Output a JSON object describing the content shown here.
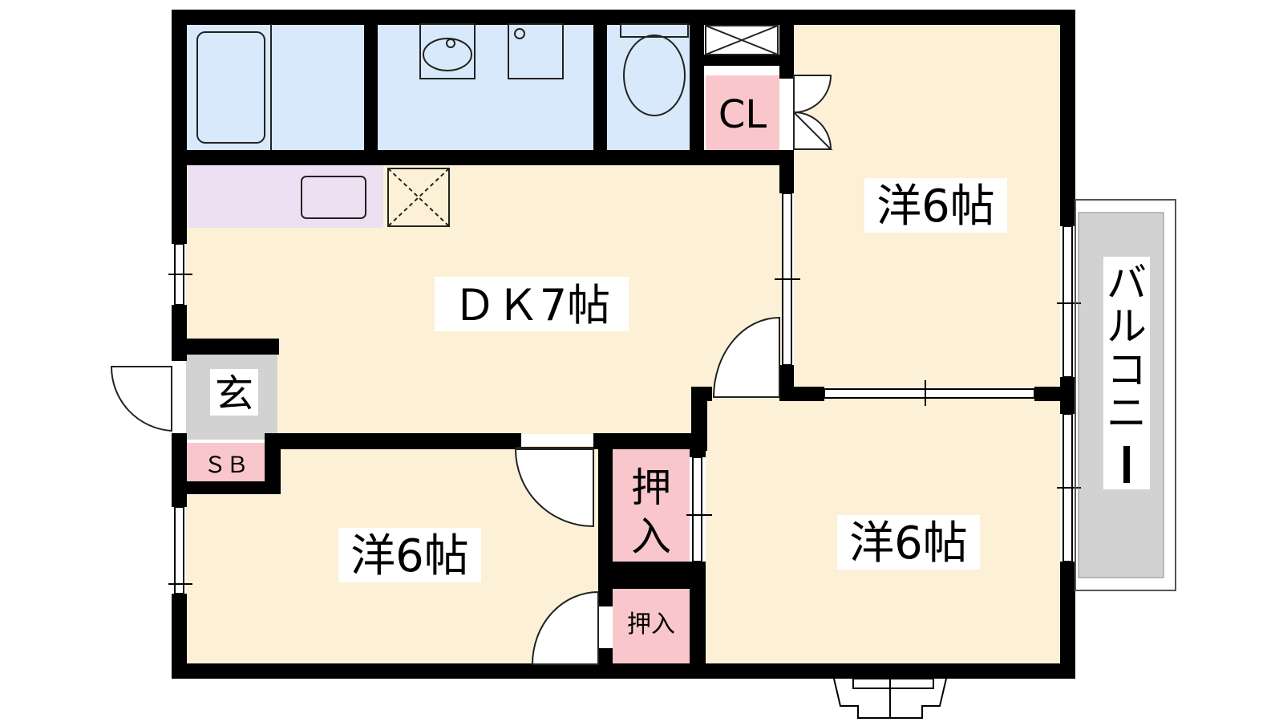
{
  "colors": {
    "wall": "#000000",
    "wet_area": "#d8e9fb",
    "room_floor": "#fcf1d6",
    "kitchen_counter": "#ece0f2",
    "storage": "#f9c7cb",
    "entrance": "#d2d2d2",
    "balcony": "#d2d2d2",
    "background": "#ffffff"
  },
  "icons": [
    "bathtub-icon",
    "washbasin-icon",
    "washing-machine-icon",
    "toilet-icon",
    "sink-icon",
    "stove-icon",
    "door-swing-icon",
    "sliding-window-icon"
  ],
  "rooms": {
    "dk": "ＤＫ7帖",
    "western_ne": "洋6帖",
    "western_se": "洋6帖",
    "western_sw": "洋6帖",
    "entrance": "玄",
    "shoe_box": "ＳＢ",
    "closet": "CL",
    "oshiire_large": [
      "押",
      "入"
    ],
    "oshiire_small": "押入",
    "balcony": [
      "バ",
      "ル",
      "コ",
      "ニ",
      "ー"
    ]
  }
}
